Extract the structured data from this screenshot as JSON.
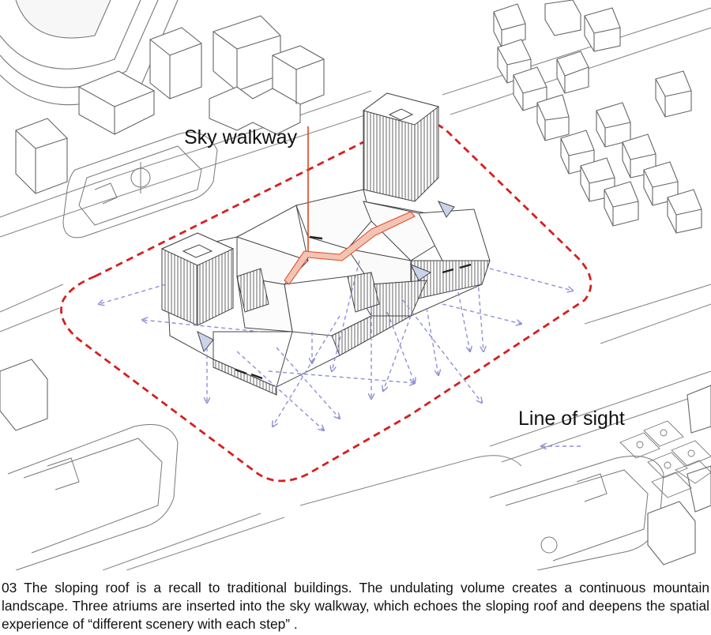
{
  "labels": {
    "sky_walkway": "Sky walkway",
    "line_of_sight": "Line of sight"
  },
  "caption": "03 The sloping roof is a recall to traditional buildings. The undulating volume creates a continuous mountain landscape. Three atriums are inserted into the sky walkway, which echoes the sloping roof and deepens the spatial experience of  “different scenery with each step” .",
  "colors": {
    "site_boundary": "#d61f1f",
    "sky_walkway_line": "#e0441e",
    "sight_arrows": "#8f8fd8",
    "linework": "#777777",
    "walkway_fill": "#f3c4b4",
    "atrium_fill": "#c9d4ea"
  },
  "icons": [
    "arrow-icon"
  ]
}
